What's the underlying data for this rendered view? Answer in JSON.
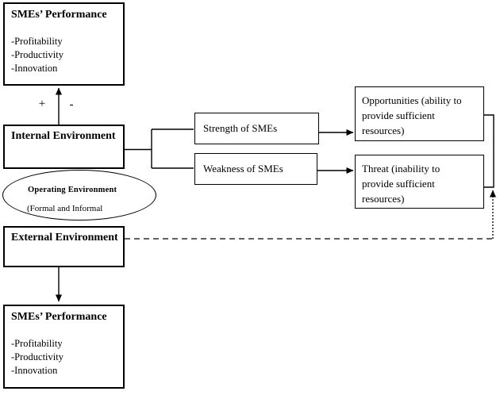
{
  "boxes": {
    "sme_performance_top": {
      "title": "SMEs’ Performance",
      "item1": "-Profitability",
      "item2": "-Productivity",
      "item3": "-Innovation"
    },
    "internal_environment": {
      "label": "Internal Environment"
    },
    "external_environment": {
      "label": "External Environment"
    },
    "sme_performance_bottom": {
      "title": "SMEs’ Performance",
      "item1": "-Profitability",
      "item2": "-Productivity",
      "item3": "-Innovation"
    },
    "strength": {
      "label": "Strength of SMEs"
    },
    "weakness": {
      "label": "Weakness of SMEs"
    },
    "opportunities": {
      "label": "Opportunities (ability to provide sufficient resources)"
    },
    "threat": {
      "label": "Threat (inability to provide sufficient resources)"
    }
  },
  "ellipse": {
    "title": "Operating Environment",
    "subtitle": "(Formal and Informal"
  },
  "signs": {
    "plus": "+",
    "minus": "-"
  },
  "colors": {
    "line": "#000000",
    "background": "#ffffff",
    "text": "#000000"
  }
}
